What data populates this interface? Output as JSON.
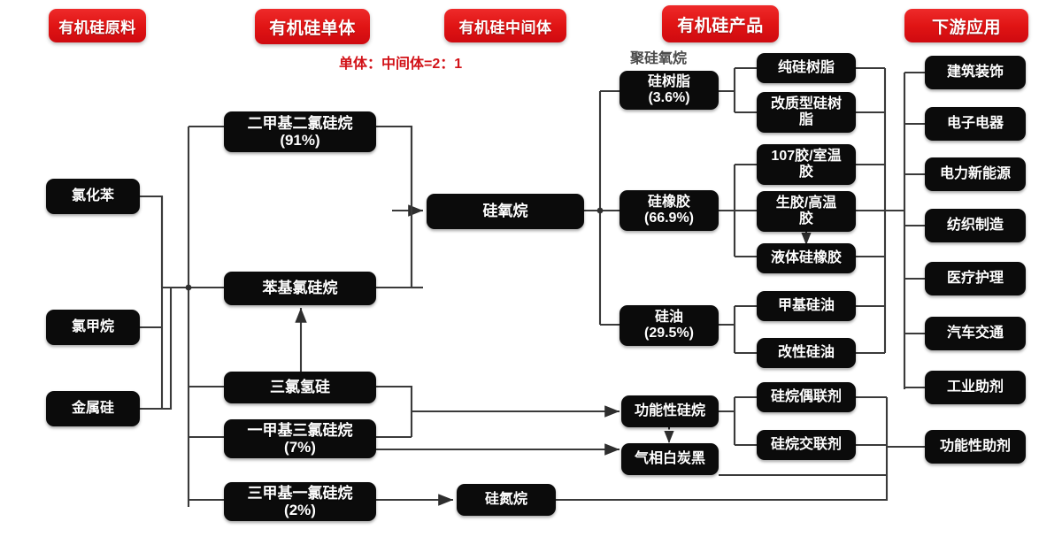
{
  "page": {
    "title": "有机硅产业链图",
    "background": "#ffffff",
    "accent_red": "#e01414",
    "node_black": "#0b0b0b"
  },
  "headers": [
    {
      "id": "h-raw",
      "label": "有机硅原料"
    },
    {
      "id": "h-monomer",
      "label": "有机硅单体"
    },
    {
      "id": "h-intermediate",
      "label": "有机硅中间体"
    },
    {
      "id": "h-product",
      "label": "有机硅产品"
    },
    {
      "id": "h-downstream",
      "label": "下游应用"
    }
  ],
  "captions": [
    {
      "id": "cap-ratio",
      "text": "单体：中间体=2：1",
      "color": "#d21218"
    },
    {
      "id": "cap-polysil",
      "text": "聚硅氧烷",
      "color": "#4a4a4a"
    }
  ],
  "columns": {
    "raw_materials": {
      "header": "有机硅原料",
      "items": [
        {
          "id": "n-clbenzene",
          "lines": [
            "氯化苯"
          ]
        },
        {
          "id": "n-clmethane",
          "lines": [
            "氯甲烷"
          ]
        },
        {
          "id": "n-silicon",
          "lines": [
            "金属硅"
          ]
        }
      ]
    },
    "monomers": {
      "header": "有机硅单体",
      "items": [
        {
          "id": "n-dmdcs",
          "lines": [
            "二甲基二氯硅烷",
            "(91%)"
          ]
        },
        {
          "id": "n-pcs",
          "lines": [
            "苯基氯硅烷"
          ]
        },
        {
          "id": "n-tchs",
          "lines": [
            "三氯氢硅"
          ]
        },
        {
          "id": "n-mtcs",
          "lines": [
            "一甲基三氯硅烷",
            "(7%)"
          ]
        },
        {
          "id": "n-tmcs",
          "lines": [
            "三甲基一氯硅烷",
            "(2%)"
          ]
        }
      ]
    },
    "intermediates": {
      "header": "有机硅中间体",
      "items": [
        {
          "id": "n-siloxane",
          "lines": [
            "硅氧烷"
          ]
        },
        {
          "id": "n-funcsil",
          "lines": [
            "功能性硅烷"
          ]
        },
        {
          "id": "n-fumedsi",
          "lines": [
            "气相白炭黑"
          ]
        },
        {
          "id": "n-silazane",
          "lines": [
            "硅氮烷"
          ]
        }
      ]
    },
    "products": {
      "header": "有机硅产品",
      "primary": [
        {
          "id": "n-resin",
          "lines": [
            "硅树脂",
            "(3.6%)"
          ],
          "share": "3.6%"
        },
        {
          "id": "n-rubber",
          "lines": [
            "硅橡胶",
            "(66.9%)"
          ],
          "share": "66.9%"
        },
        {
          "id": "n-oil",
          "lines": [
            "硅油",
            "(29.5%)"
          ],
          "share": "29.5%"
        }
      ],
      "secondary": [
        {
          "id": "n-pureresin",
          "lines": [
            "纯硅树脂"
          ]
        },
        {
          "id": "n-modresin",
          "lines": [
            "改质型硅树",
            "脂"
          ]
        },
        {
          "id": "n-107glue",
          "lines": [
            "107胶/室温",
            "胶"
          ]
        },
        {
          "id": "n-rawglue",
          "lines": [
            "生胶/高温",
            "胶"
          ]
        },
        {
          "id": "n-lsr",
          "lines": [
            "液体硅橡胶"
          ]
        },
        {
          "id": "n-methyloil",
          "lines": [
            "甲基硅油"
          ]
        },
        {
          "id": "n-modoil",
          "lines": [
            "改性硅油"
          ]
        },
        {
          "id": "n-coupling",
          "lines": [
            "硅烷偶联剂"
          ]
        },
        {
          "id": "n-crosslink",
          "lines": [
            "硅烷交联剂"
          ]
        }
      ]
    },
    "downstream": {
      "header": "下游应用",
      "items": [
        {
          "id": "n-arch",
          "lines": [
            "建筑装饰"
          ]
        },
        {
          "id": "n-elec",
          "lines": [
            "电子电器"
          ]
        },
        {
          "id": "n-power",
          "lines": [
            "电力新能源"
          ]
        },
        {
          "id": "n-textile",
          "lines": [
            "纺织制造"
          ]
        },
        {
          "id": "n-medical",
          "lines": [
            "医疗护理"
          ]
        },
        {
          "id": "n-auto",
          "lines": [
            "汽车交通"
          ]
        },
        {
          "id": "n-indaux",
          "lines": [
            "工业助剂"
          ]
        },
        {
          "id": "n-funcaux",
          "lines": [
            "功能性助剂"
          ]
        }
      ]
    }
  }
}
